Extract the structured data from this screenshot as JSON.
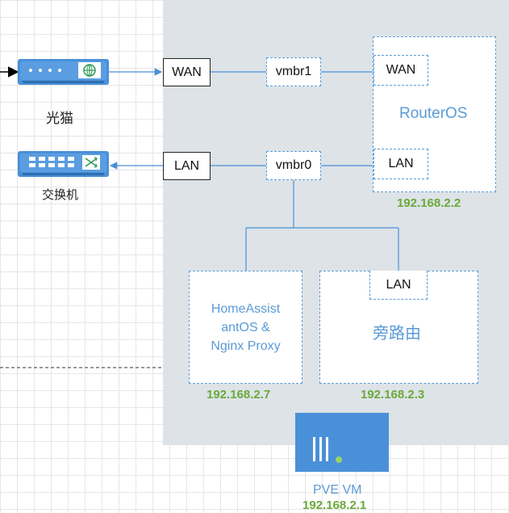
{
  "devices": {
    "modem": {
      "label": "光猫",
      "icon": "modem-icon"
    },
    "switch": {
      "label": "交换机",
      "icon": "switch-icon"
    }
  },
  "ports": {
    "wan": "WAN",
    "lan": "LAN"
  },
  "bridges": {
    "vmbr1": "vmbr1",
    "vmbr0": "vmbr0"
  },
  "routeros": {
    "title": "RouterOS",
    "wan": "WAN",
    "lan": "LAN",
    "ip": "192.168.2.2"
  },
  "homeassistant": {
    "line1": "HomeAssist",
    "line2": "antOS &",
    "line3": "Nginx Proxy",
    "ip": "192.168.2.7"
  },
  "bypass_router": {
    "title": "旁路由",
    "lan": "LAN",
    "ip": "192.168.2.3"
  },
  "pve": {
    "label": "PVE VM",
    "ip": "192.168.2.1",
    "icon": "server-icon"
  },
  "colors": {
    "accent": "#5b9bd5",
    "ip_green": "#6aaa3a",
    "pve_bg": "#dde3e7",
    "device_blue": "#4a90d9"
  }
}
